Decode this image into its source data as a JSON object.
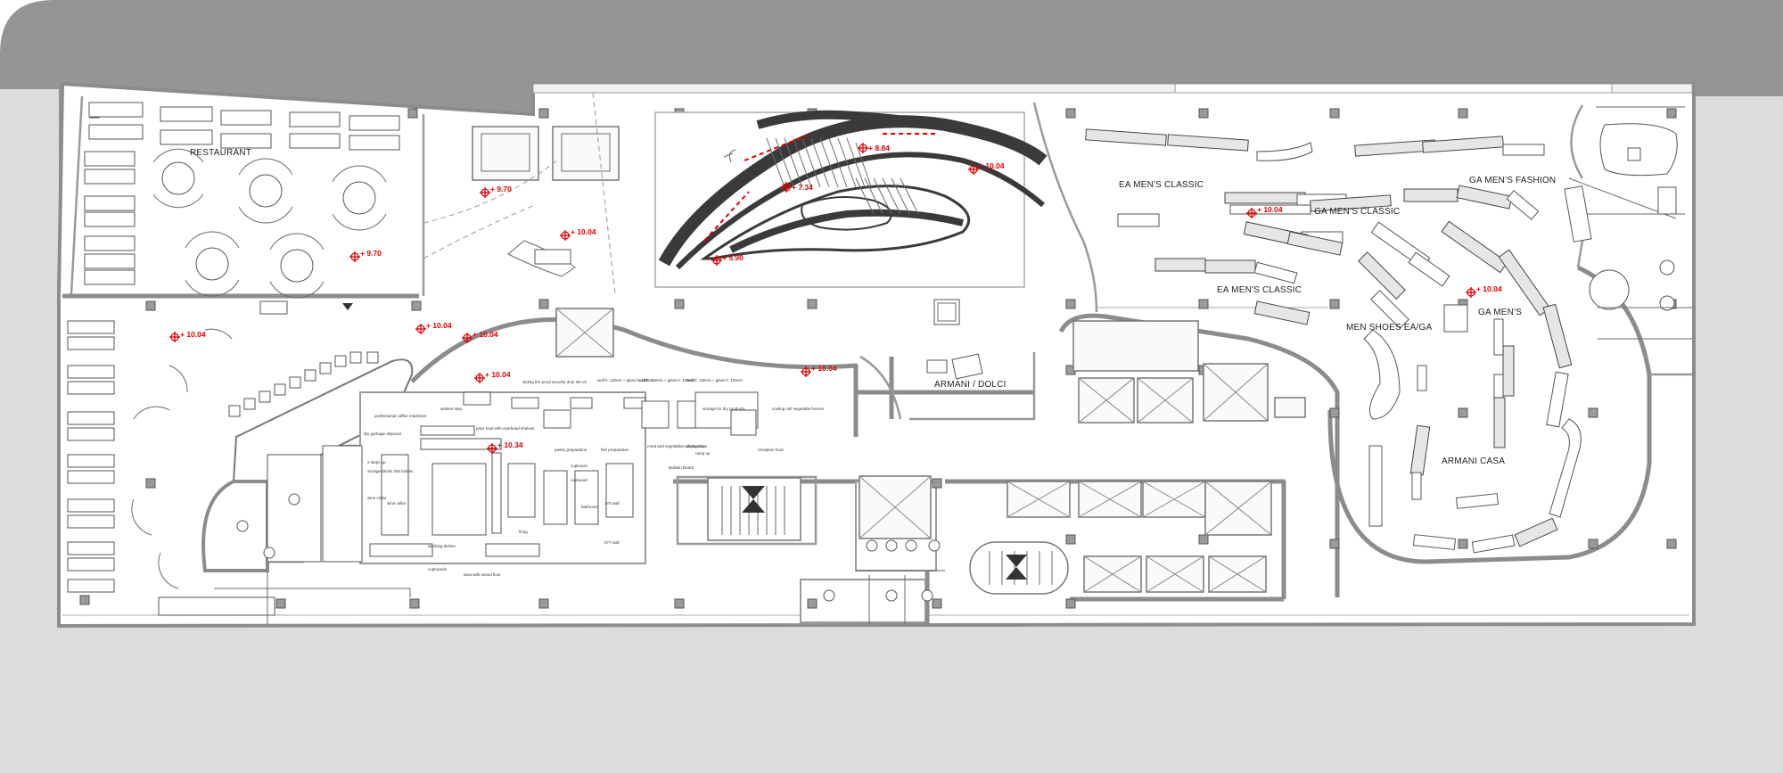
{
  "colors": {
    "street": "#959595",
    "sidewalk": "#dcdcdc",
    "floor": "#ffffff",
    "wall": "#8c8c8c",
    "level_marker": "#e00000"
  },
  "rooms": [
    {
      "id": "restaurant",
      "label": "RESTAURANT"
    },
    {
      "id": "ea-mens-classic-1",
      "label": "EA MEN'S CLASSIC"
    },
    {
      "id": "ga-mens-classic",
      "label": "GA MEN'S CLASSIC"
    },
    {
      "id": "ga-mens-fashion",
      "label": "GA MEN'S FASHION"
    },
    {
      "id": "ea-mens-classic-2",
      "label": "EA MEN'S CLASSIC"
    },
    {
      "id": "ga-mens",
      "label": "GA MEN'S"
    },
    {
      "id": "men-shoes",
      "label": "MEN SHOES EA/GA"
    },
    {
      "id": "armani-dolci",
      "label": "ARMANI / DOLCI"
    },
    {
      "id": "armani-casa",
      "label": "ARMANI CASA"
    }
  ],
  "levels": [
    {
      "id": "lv-restaurant",
      "label": "+ 9.70"
    },
    {
      "id": "lv-entrance",
      "label": "+ 9.70"
    },
    {
      "id": "lv-lobby",
      "label": "+ 10.04"
    },
    {
      "id": "lv-stair-top",
      "label": "+ 8.84"
    },
    {
      "id": "lv-stair-mid",
      "label": "+ 7.34"
    },
    {
      "id": "lv-stair-low",
      "label": "+ 5.90"
    },
    {
      "id": "lv-atrium-right",
      "label": "+ 10.04"
    },
    {
      "id": "lv-mens-classic",
      "label": "+ 10.04"
    },
    {
      "id": "lv-ga-mens",
      "label": "+ 10.04"
    },
    {
      "id": "lv-dining",
      "label": "+ 10.04"
    },
    {
      "id": "lv-bar-1",
      "label": "+ 10.04"
    },
    {
      "id": "lv-bar-2",
      "label": "+ 10.04"
    },
    {
      "id": "lv-kitchen-1",
      "label": "+ 10.04"
    },
    {
      "id": "lv-corridor",
      "label": "+ 10.04"
    },
    {
      "id": "lv-kitchen-2",
      "label": "+ 10.34"
    }
  ],
  "kitchen_notes": [
    {
      "id": "note-sliding",
      "label": "sliding fire proof security door 90 cm"
    },
    {
      "id": "note-wall1",
      "label": "wall h. 130cm + glass h. 100cm"
    },
    {
      "id": "note-wall2",
      "label": "wall h. 130cm + glass h. 100cm"
    },
    {
      "id": "note-wall3",
      "label": "wall h. 130cm + glass h. 100cm"
    },
    {
      "id": "note-storage",
      "label": "storage for dry products"
    },
    {
      "id": "note-cooling",
      "label": "cooling cell vegetable freezer"
    },
    {
      "id": "note-waiters",
      "label": "waiters step"
    },
    {
      "id": "note-coffee",
      "label": "professional coffee machines"
    },
    {
      "id": "note-pass",
      "label": "pass food with overhead shelves"
    },
    {
      "id": "note-garbage",
      "label": "dry garbage disposal"
    },
    {
      "id": "note-pastry",
      "label": "pastry preparation"
    },
    {
      "id": "note-fish",
      "label": "fish preparation"
    },
    {
      "id": "note-meat",
      "label": "meat and vegetables preparation"
    },
    {
      "id": "note-slidingdoor",
      "label": "sliding door"
    },
    {
      "id": "note-ramp",
      "label": "ramp up"
    },
    {
      "id": "note-reception",
      "label": "reception food"
    },
    {
      "id": "note-cupboard1",
      "label": "cupboard"
    },
    {
      "id": "note-cupboard2",
      "label": "cupboard"
    },
    {
      "id": "note-bulletin",
      "label": "Bulletin Board"
    },
    {
      "id": "note-steps",
      "label": "2 steps up"
    },
    {
      "id": "note-storage-drinks",
      "label": "storage drinks 250 bottles"
    },
    {
      "id": "note-wine1",
      "label": "wine cellar"
    },
    {
      "id": "note-wine2",
      "label": "wine cellar"
    },
    {
      "id": "note-washing",
      "label": "washing dishes"
    },
    {
      "id": "note-firing",
      "label": "firing"
    },
    {
      "id": "note-bathroom",
      "label": "bathroom"
    },
    {
      "id": "note-wall-770",
      "label": "770 wall"
    },
    {
      "id": "note-wall-977",
      "label": "977 wall"
    },
    {
      "id": "note-raised",
      "label": "area with raised floor"
    },
    {
      "id": "note-cupboards",
      "label": "cupboards"
    }
  ]
}
